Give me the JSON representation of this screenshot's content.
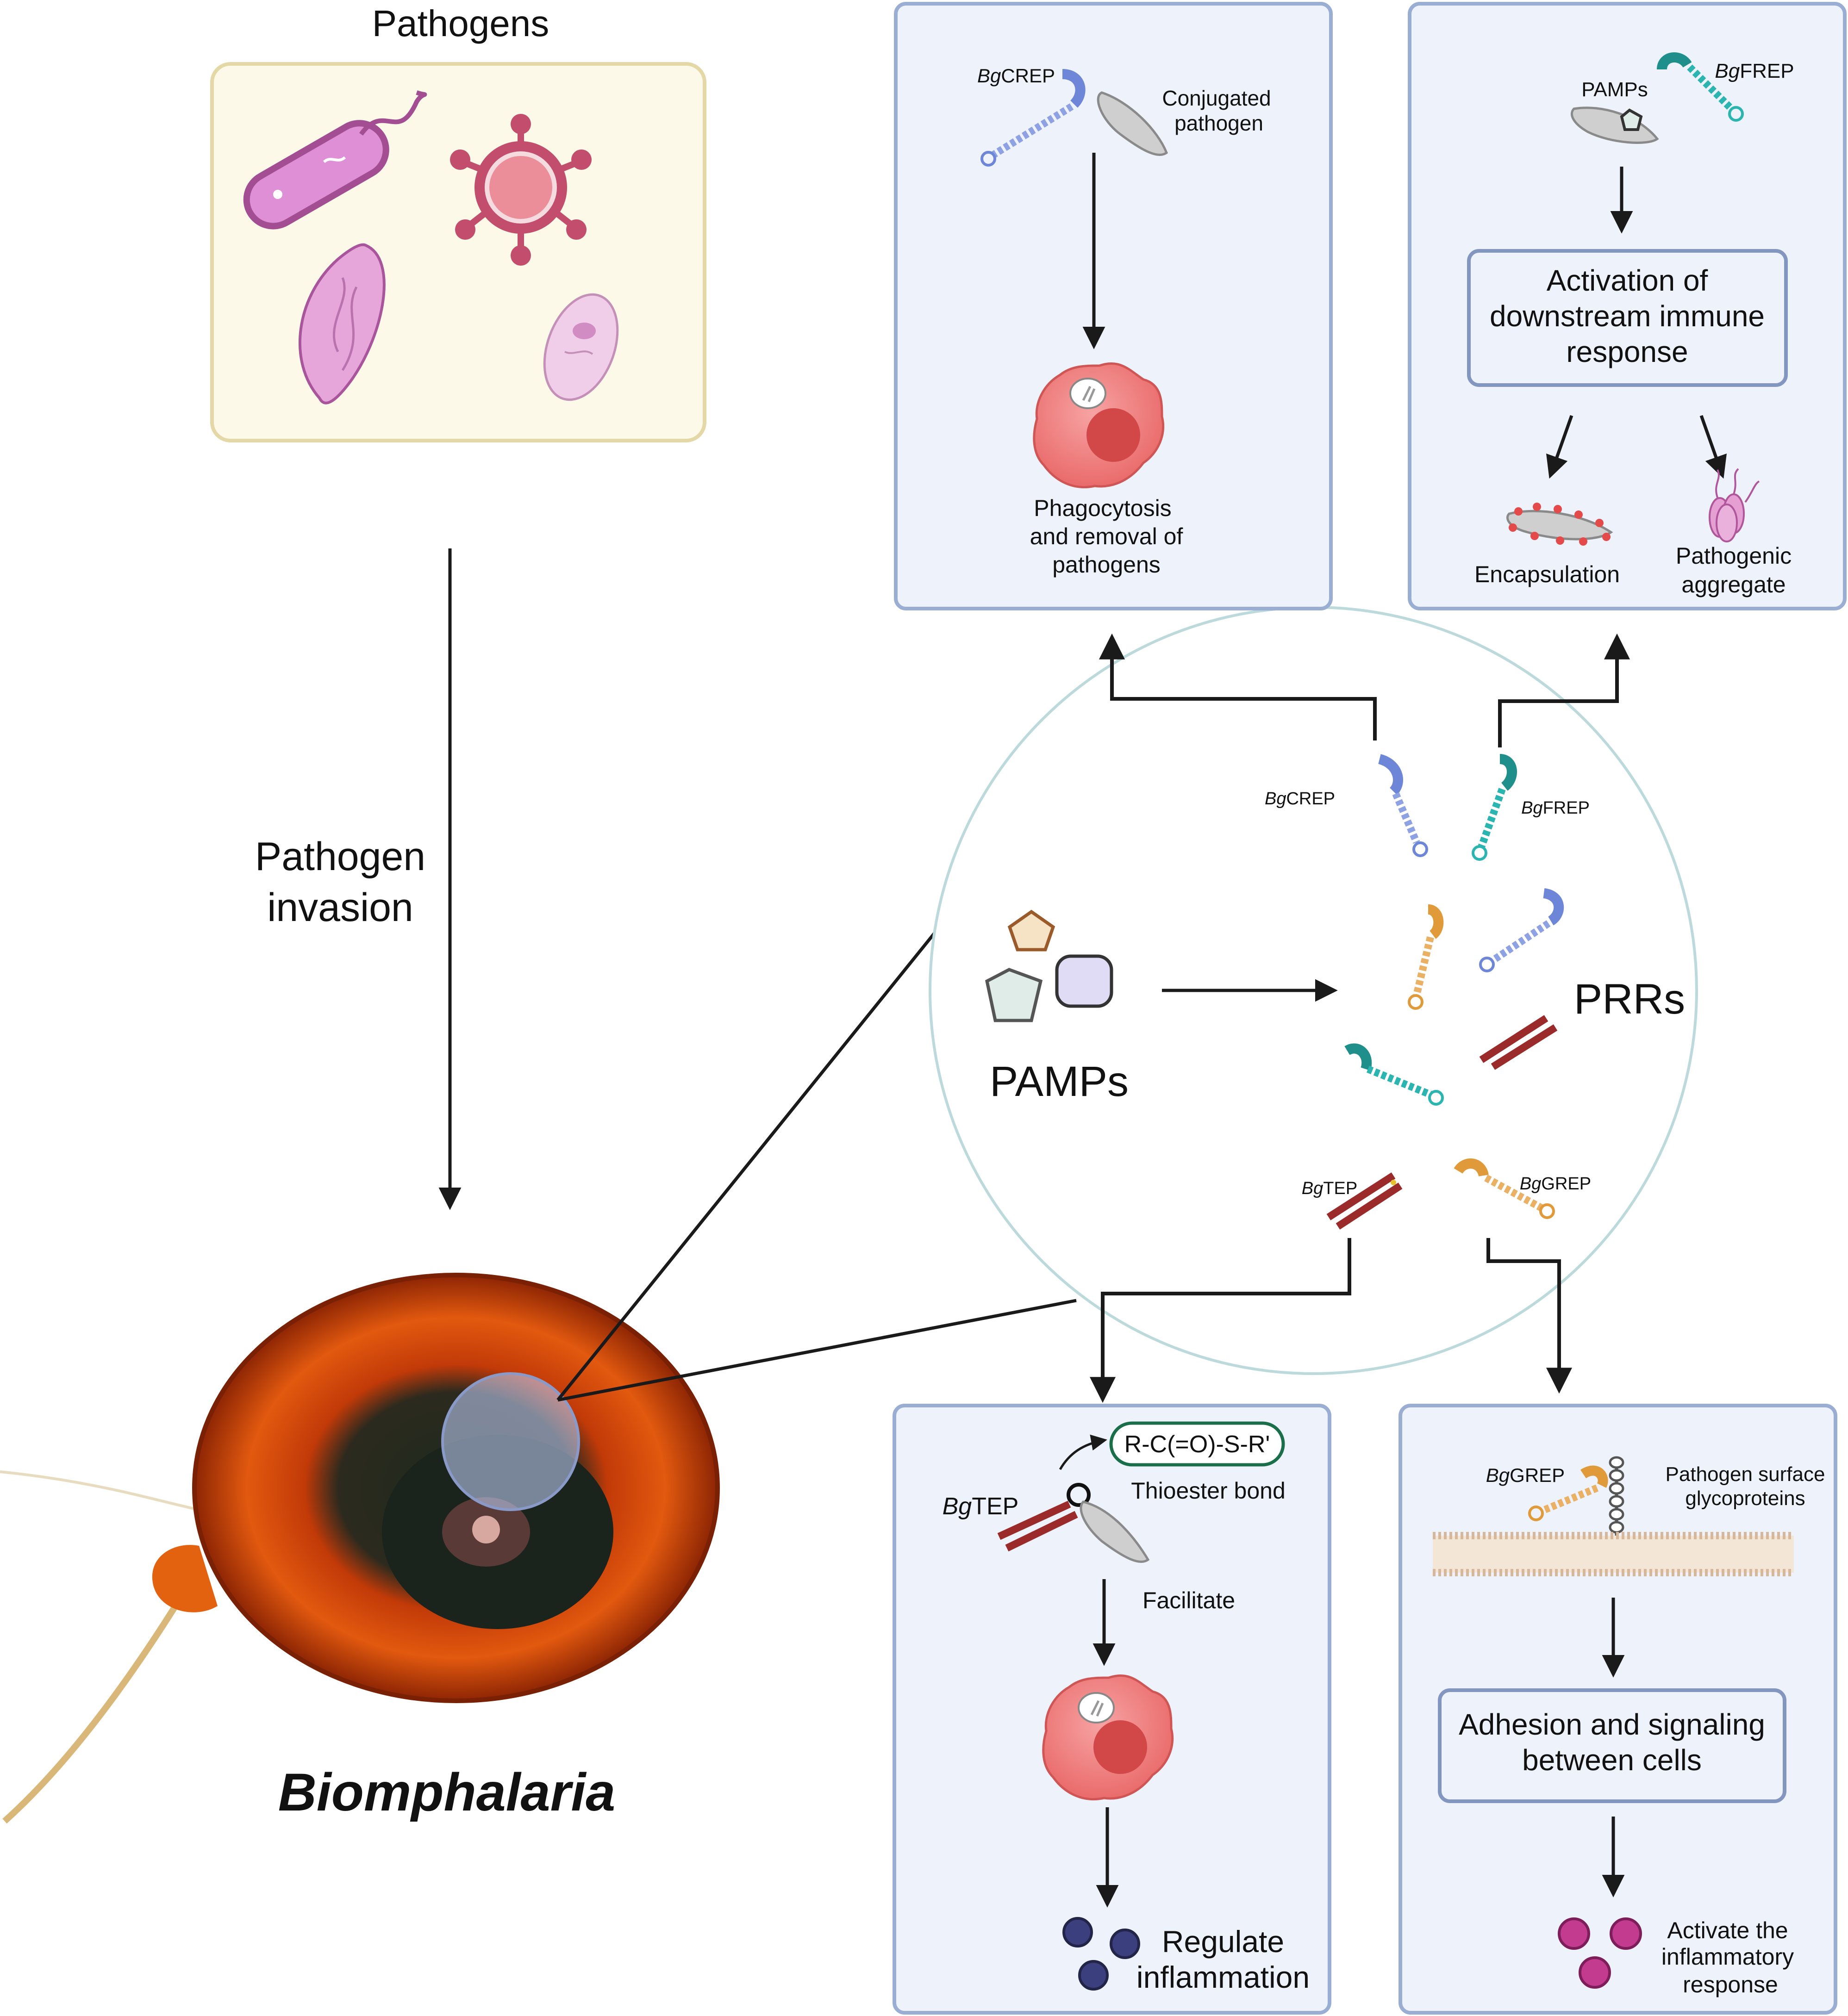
{
  "pathogens": {
    "title": "Pathogens",
    "invasion_label_line1": "Pathogen",
    "invasion_label_line2": "invasion"
  },
  "snail": {
    "name": "Biomphalaria"
  },
  "zoom_circle": {
    "pamps_label": "PAMPs",
    "prrs_label": "PRRs",
    "receptors": {
      "crep": {
        "prefix": "Bg",
        "suffix": "CREP"
      },
      "frep": {
        "prefix": "Bg",
        "suffix": "FREP"
      },
      "tep": {
        "prefix": "Bg",
        "suffix": "TEP"
      },
      "grep": {
        "prefix": "Bg",
        "suffix": "GREP"
      }
    }
  },
  "panel_crep": {
    "receptor": {
      "prefix": "Bg",
      "suffix": "CREP"
    },
    "conjugated_line1": "Conjugated",
    "conjugated_line2": "pathogen",
    "result_line1": "Phagocytosis",
    "result_line2": "and removal of",
    "result_line3": "pathogens"
  },
  "panel_frep": {
    "pamps_label": "PAMPs",
    "receptor": {
      "prefix": "Bg",
      "suffix": "FREP"
    },
    "activation_line1": "Activation of",
    "activation_line2": "downstream immune",
    "activation_line3": "response",
    "encapsulation": "Encapsulation",
    "aggregate_line1": "Pathogenic",
    "aggregate_line2": "aggregate"
  },
  "panel_tep": {
    "receptor": {
      "prefix": "Bg",
      "suffix": "TEP"
    },
    "formula": "R-C(=O)-S-R'",
    "thioester": "Thioester bond",
    "facilitate": "Facilitate",
    "result_line1": "Regulate",
    "result_line2": "inflammation"
  },
  "panel_grep": {
    "receptor": {
      "prefix": "Bg",
      "suffix": "GREP"
    },
    "glyco_line1": "Pathogen surface",
    "glyco_line2": "glycoproteins",
    "adhesion_line1": "Adhesion and signaling",
    "adhesion_line2": "between cells",
    "result_line1": "Activate the",
    "result_line2": "inflammatory",
    "result_line3": "response"
  },
  "colors": {
    "panel_fill": "#eef3fb",
    "panel_border": "#9aaed3",
    "pathogen_box_fill": "#fdf9e8",
    "pathogen_box_border": "#e3d8a6",
    "circle_border": "#bcd9dc",
    "crep": "#6d86d8",
    "frep": "#2ab5b0",
    "tep": "#9b2a2a",
    "grep": "#e09a3a"
  }
}
